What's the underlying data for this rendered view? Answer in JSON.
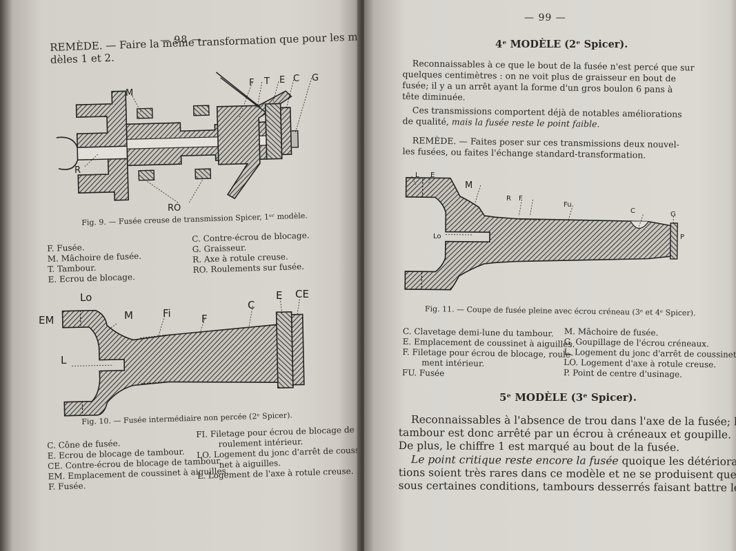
{
  "left": {
    "page_number": "— 98 —",
    "remede_label": "REMÈDE.",
    "remede_text_l1": " — Faire la même transformation que pour les mo-",
    "remede_text_l2": "dèles 1 et 2.",
    "fig9": {
      "labels": {
        "M": "M",
        "F": "F",
        "T": "T",
        "E": "E",
        "C": "C",
        "G": "G",
        "R": "R",
        "RO": "RO"
      },
      "caption": "Fig. 9. — Fusée creuse de transmission Spicer, 1ᵉʳ modèle.",
      "legend_left": [
        "F. Fusée.",
        "M. Mâchoire de fusée.",
        "T. Tambour.",
        "E. Ecrou de blocage."
      ],
      "legend_right": [
        "C. Contre-écrou de blocage.",
        "G. Graisseur.",
        "R. Axe à rotule creuse.",
        "RO. Roulements sur fusée."
      ]
    },
    "fig10": {
      "labels": {
        "Lo": "Lo",
        "EM": "EM",
        "M": "M",
        "Fi": "Fi",
        "F": "F",
        "C": "C",
        "E": "E",
        "CE": "CE",
        "L": "L"
      },
      "caption": "Fig. 10. — Fusée intermédiaire non percée (2ᵉ Spicer).",
      "legend_left": [
        "C. Cône de fusée.",
        "E. Ecrou de blocage de tambour.",
        "CE. Contre-écrou de blocage de tambour.",
        "EM. Emplacement de coussinet à aiguilles.",
        "F. Fusée."
      ],
      "legend_right": [
        "FI. Filetage pour écrou de blocage de",
        "roulement intérieur.",
        "LO. Logement du jonc d'arrêt de coussi-",
        "net à aiguilles.",
        "L. Logement de l'axe à rotule creuse."
      ]
    }
  },
  "right": {
    "page_number": "— 99 —",
    "heading4": "4ᵉ MODÈLE (2ᵉ Spicer).",
    "p1": [
      "Reconnaissables à ce que le bout de la fusée n'est percé que sur",
      "quelques centimètres : on ne voit plus de graisseur en bout de",
      "fusée; il y a un arrêt ayant la forme d'un gros boulon 6 pans à",
      "tête diminuée."
    ],
    "p2_l1": "Ces transmissions comportent déjà de notables améliorations",
    "p2_l2_a": "de qualité, ",
    "p2_l2_b": "mais la fusée reste le point faible.",
    "p3_l1": "REMÈDE. — Faites poser sur ces transmissions deux nouvel-",
    "p3_l2": "les fusées, ou faites l'échange standard-transformation.",
    "fig11": {
      "labels": {
        "L": "L",
        "E": "E",
        "M": "M",
        "R": "R",
        "F": "F",
        "Fu": "Fu",
        "C": "C",
        "G": "G",
        "Lo": "Lo",
        "P": "P"
      },
      "caption": "Fig. 11. — Coupe de fusée pleine avec écrou créneau (3ᵉ et 4ᵉ Spicer).",
      "legend_left": [
        "C. Clavetage demi-lune du tambour.",
        "E. Emplacement de coussinet à aiguilles.",
        "F. Filetage pour écrou de blocage, roule-",
        "ment intérieur.",
        "FU. Fusée"
      ],
      "legend_right": [
        "M. Mâchoire de fusée.",
        "G. Goupillage de l'écrou créneaux.",
        "L. Logement du jonc d'arrêt de coussinet.",
        "LO. Logement d'axe à rotule creuse.",
        "P. Point de centre d'usinage."
      ]
    },
    "heading5": "5ᵉ MODÈLE (3ᵉ Spicer).",
    "p4": [
      "Reconnaissables à l'absence de trou dans l'axe de la fusée; le",
      "tambour est donc arrêté par un écrou à créneaux et goupille.",
      "De plus, le chiffre 1 est marqué au bout de la fusée."
    ],
    "p5_l1_a": "Le point critique reste encore la fusée",
    "p5_l1_b": " quoique les détériora-",
    "p5_rest": [
      "tions soient très rares dans ce modèle et ne se produisent que",
      "sous certaines conditions, tambours desserrés faisant battre les"
    ]
  }
}
